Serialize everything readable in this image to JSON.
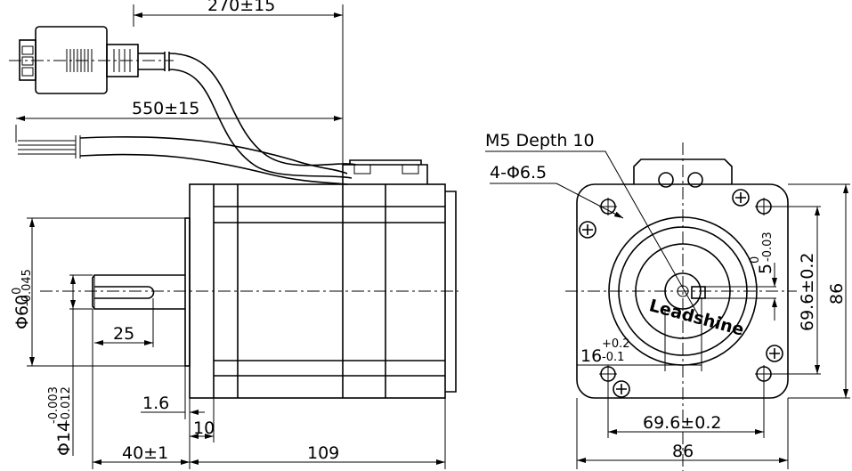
{
  "side_view": {
    "cable_short": "270±15",
    "cable_long": "550±15",
    "pilot_diameter": {
      "base": "Φ60",
      "upper": "0",
      "lower": "-0.045"
    },
    "shaft_diameter": {
      "base": "Φ14",
      "upper": "-0.003",
      "lower": "-0.012"
    },
    "keyway_length": "25",
    "pilot_depth": "1.6",
    "flange_thickness": "10",
    "shaft_length": "40±1",
    "body_length": "109"
  },
  "front_view": {
    "thread_label": "M5 Depth 10",
    "holes_label": "4-Φ6.5",
    "key_width": {
      "base": "5",
      "upper": "0",
      "lower": "-0.03"
    },
    "key_height": {
      "base": "16",
      "upper": "+0.2",
      "lower": "-0.1"
    },
    "hole_spacing_h": "69.6±0.2",
    "hole_spacing_v": "69.6±0.2",
    "width": "86",
    "height": "86",
    "logo_text": "Leadshine"
  }
}
